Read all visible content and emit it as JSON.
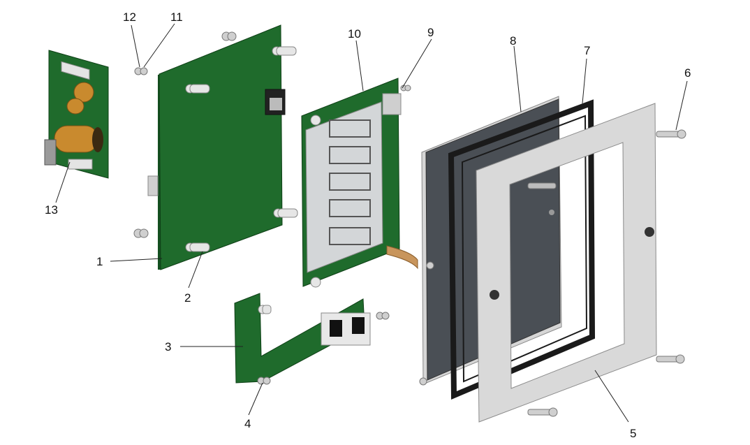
{
  "diagram": {
    "callouts": [
      {
        "id": "c1",
        "label": "1"
      },
      {
        "id": "c2",
        "label": "2"
      },
      {
        "id": "c3",
        "label": "3"
      },
      {
        "id": "c4",
        "label": "4"
      },
      {
        "id": "c5",
        "label": "5"
      },
      {
        "id": "c6",
        "label": "6"
      },
      {
        "id": "c7",
        "label": "7"
      },
      {
        "id": "c8",
        "label": "8"
      },
      {
        "id": "c9",
        "label": "9"
      },
      {
        "id": "c10",
        "label": "10"
      },
      {
        "id": "c11",
        "label": "11"
      },
      {
        "id": "c12",
        "label": "12"
      },
      {
        "id": "c13",
        "label": "13"
      }
    ],
    "colors": {
      "pcb": "#1f6b2c",
      "frame": "#d9d9d9",
      "gasket": "#1a1a1a",
      "glass": "#4a4f55",
      "display": "#cfd3d6",
      "capacitor": "#c98a2e",
      "ribbon": "#c8955c"
    }
  }
}
